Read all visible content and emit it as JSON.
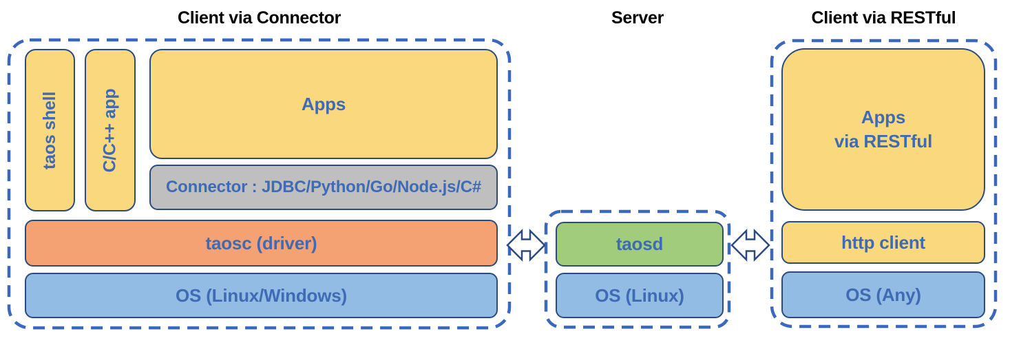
{
  "colors": {
    "yellow": "#FAD97E",
    "orange": "#F4A173",
    "blue_fill": "#92BCE4",
    "green": "#A0CC7C",
    "gray": "#BFBFBF",
    "navy_border": "#2B4A7D",
    "dashed_blue": "#3A68BC",
    "label_blue": "#3E6BB3",
    "title_black": "#000000"
  },
  "sections": {
    "client_connector": {
      "title": "Client via Connector",
      "boxes": {
        "taos_shell": "taos shell",
        "cpp_app": "C/C++ app",
        "apps": "Apps",
        "connector": "Connector : JDBC/Python/Go/Node.js/C#",
        "taosc": "taosc (driver)",
        "os": "OS (Linux/Windows)"
      }
    },
    "server": {
      "title": "Server",
      "boxes": {
        "taosd": "taosd",
        "os": "OS (Linux)"
      }
    },
    "client_restful": {
      "title": "Client via RESTful",
      "boxes": {
        "apps": "Apps\nvia RESTful",
        "http_client": "http client",
        "os": "OS (Any)"
      }
    }
  }
}
